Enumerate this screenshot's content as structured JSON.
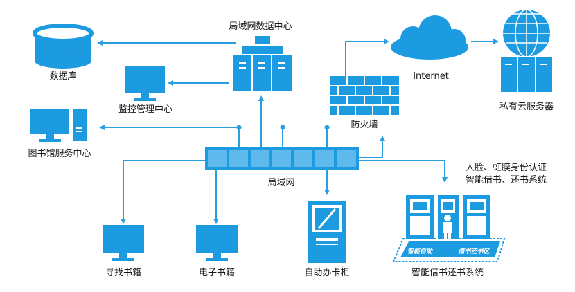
{
  "labels": {
    "lan_datacenter": "局域网数据中心",
    "database": "数据库",
    "monitor_center": "监控管理中心",
    "library_service_center": "图书馆服务中心",
    "firewall": "防火墙",
    "internet": "Internet",
    "private_cloud": "私有云服务器",
    "lan": "局域网",
    "search_books": "寻找书籍",
    "ebooks": "电子书籍",
    "self_service_cabinet": "自助办卡柜",
    "auth_line1": "人脸、虹膜身份认证",
    "auth_line2": "智能借书、还书系统",
    "smart_lend_system": "智能借书还书系统",
    "platform_left": "智能自助",
    "platform_right": "借书还书区"
  },
  "colors": {
    "primary_blue": "#1d9be0",
    "line_blue": "#2a9ee0",
    "text": "#1a1a1a"
  },
  "icons": [
    "database-icon",
    "server-stack-icon",
    "monitor-icon",
    "desktop-tower-icon",
    "firewall-icon",
    "cloud-icon",
    "globe-server-icon",
    "network-switch-icon",
    "kiosk-icon",
    "book-cabinet-icon",
    "person-icon"
  ]
}
